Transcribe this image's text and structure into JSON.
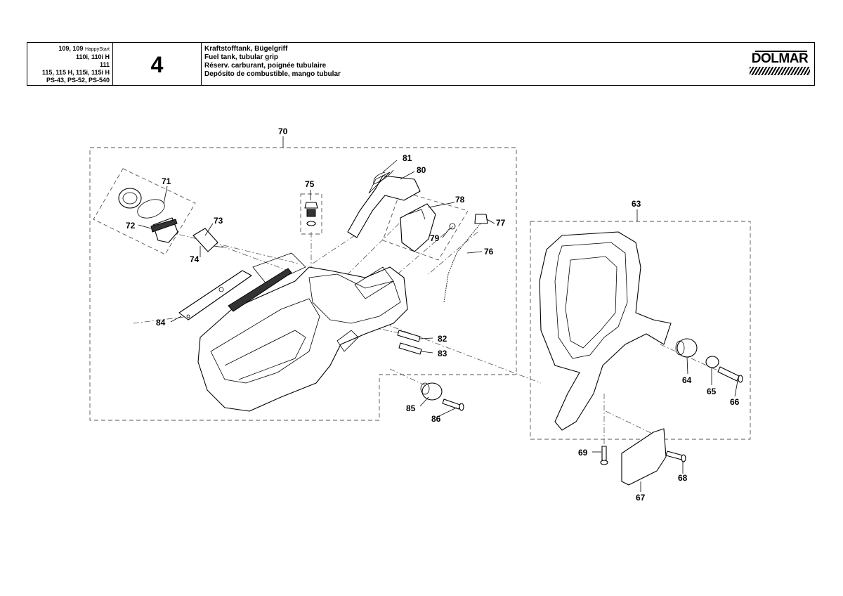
{
  "header": {
    "models": [
      {
        "main": "109, 109",
        "small": "HappyStart"
      },
      {
        "main": "110i, 110i H",
        "small": ""
      },
      {
        "main": "111",
        "small": ""
      },
      {
        "main": "115, 115 H, 115i, 115i H",
        "small": ""
      },
      {
        "main": "PS-43, PS-52, PS-540",
        "small": ""
      }
    ],
    "page_number": "4",
    "titles": [
      "Kraftstofftank, Bügelgriff",
      "Fuel tank, tubular grip",
      "Réserv. carburant, poignée tubulaire",
      "Depósito de combustible, mango tubular"
    ],
    "brand": "DOLMAR"
  },
  "callouts": {
    "c70": "70",
    "c71": "71",
    "c72": "72",
    "c73": "73",
    "c74": "74",
    "c75": "75",
    "c76": "76",
    "c77": "77",
    "c78": "78",
    "c79": "79",
    "c80": "80",
    "c81": "81",
    "c82": "82",
    "c83": "83",
    "c84": "84",
    "c85": "85",
    "c86": "86",
    "c63": "63",
    "c64": "64",
    "c65": "65",
    "c66": "66",
    "c67": "67",
    "c68": "68",
    "c69": "69"
  }
}
